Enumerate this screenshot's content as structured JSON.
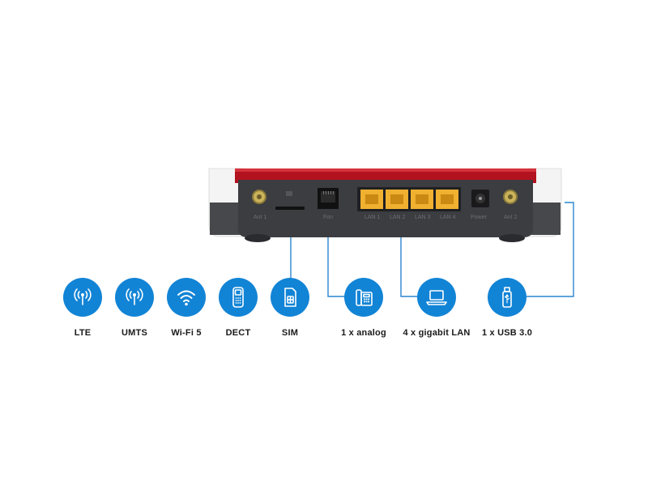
{
  "router": {
    "port_labels": [
      "Ant 1",
      "Fon",
      "LAN 1",
      "LAN 2",
      "LAN 3",
      "LAN 4",
      "Power",
      "Ant 2"
    ]
  },
  "features": [
    {
      "label": "LTE",
      "icon": "antenna-icon"
    },
    {
      "label": "UMTS",
      "icon": "antenna-icon"
    },
    {
      "label": "Wi-Fi 5",
      "icon": "wifi-icon"
    },
    {
      "label": "DECT",
      "icon": "cordless-phone-icon"
    },
    {
      "label": "SIM",
      "icon": "sim-card-icon"
    },
    {
      "label": "1 x analog",
      "icon": "desk-phone-icon"
    },
    {
      "label": "4 x gigabit LAN",
      "icon": "laptop-icon"
    },
    {
      "label": "1 x USB 3.0",
      "icon": "usb-stick-icon"
    }
  ],
  "colors": {
    "accent_blue": "#1284d6",
    "router_red": "#b3121f",
    "router_dark": "#3c3d41",
    "port_yellow": "#f0b030"
  }
}
